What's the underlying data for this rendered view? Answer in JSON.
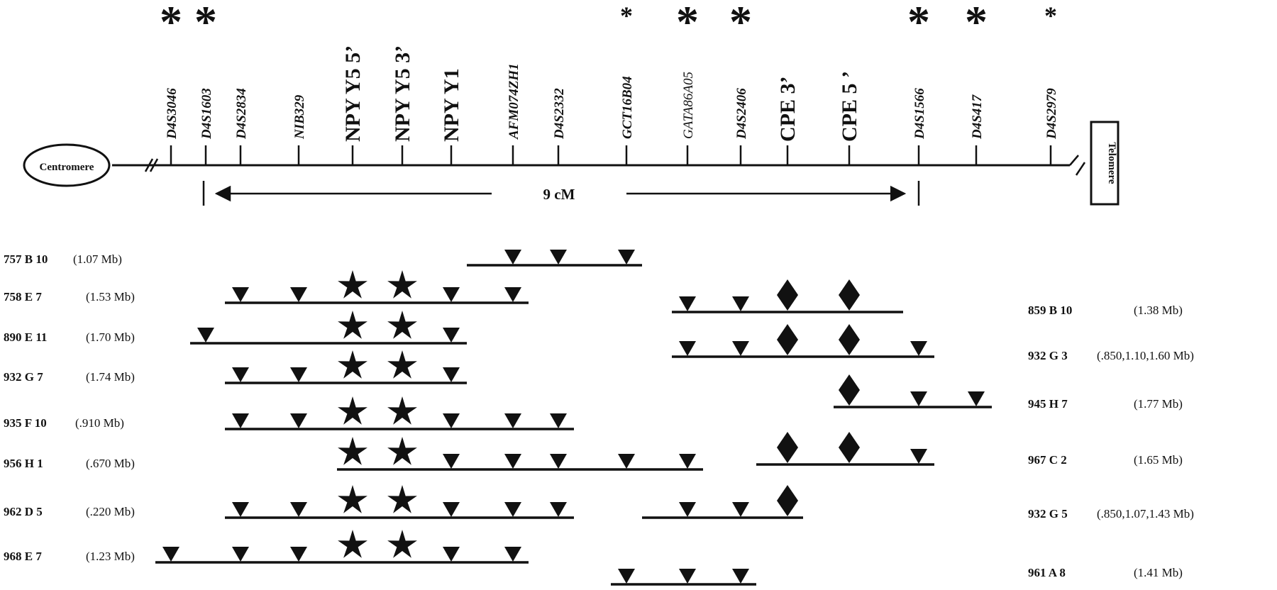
{
  "diagram": {
    "centromere_label": "Centromere",
    "telomere_label": "Telomere",
    "interval_label": "9 cM",
    "asterisk": "*",
    "markers": [
      {
        "id": "D4S3046",
        "label": "D4S3046",
        "style": "italic-bold",
        "star": "large"
      },
      {
        "id": "D4S1603",
        "label": "D4S1603",
        "style": "italic-bold",
        "star": "large"
      },
      {
        "id": "D4S2834",
        "label": "D4S2834",
        "style": "italic-bold",
        "star": ""
      },
      {
        "id": "NIB329",
        "label": "NIB329",
        "style": "italic-bold",
        "star": ""
      },
      {
        "id": "NPY Y5 5'",
        "label": "NPY Y5 5’",
        "style": "big",
        "star": ""
      },
      {
        "id": "NPY Y5 3'",
        "label": "NPY Y5 3’",
        "style": "big",
        "star": ""
      },
      {
        "id": "NPY Y1",
        "label": "NPY Y1",
        "style": "big",
        "star": ""
      },
      {
        "id": "AFM074ZH1",
        "label": "AFM074ZH1",
        "style": "italic-bold",
        "star": ""
      },
      {
        "id": "D4S2332",
        "label": "D4S2332",
        "style": "italic-bold",
        "star": ""
      },
      {
        "id": "GCT16B04",
        "label": "GCT16B04",
        "style": "italic-bold",
        "star": "small"
      },
      {
        "id": "GATA86A05",
        "label": "GATA86A05",
        "style": "italic",
        "star": "large"
      },
      {
        "id": "D4S2406",
        "label": "D4S2406",
        "style": "italic-bold",
        "star": "large"
      },
      {
        "id": "CPE 3'",
        "label": "CPE 3’",
        "style": "big",
        "star": ""
      },
      {
        "id": "CPE 5'",
        "label": "CPE 5 ’",
        "style": "big",
        "star": ""
      },
      {
        "id": "D4S1566",
        "label": "D4S1566",
        "style": "italic-bold",
        "star": "large"
      },
      {
        "id": "D4S417",
        "label": "D4S417",
        "style": "italic-bold",
        "star": "large"
      },
      {
        "id": "D4S2979",
        "label": "D4S2979",
        "style": "italic-bold",
        "star": "small"
      }
    ],
    "clones_left": [
      {
        "name": "757 B 10",
        "size": "(1.07 Mb)",
        "start": "NPY Y1+",
        "end": "GCT16B04+",
        "symbols": [
          [
            "AFM074ZH1",
            "tri"
          ],
          [
            "D4S2332",
            "tri"
          ],
          [
            "GCT16B04",
            "tri"
          ]
        ]
      },
      {
        "name": "758 E 7",
        "size": "(1.53 Mb)",
        "start": "D4S2834-",
        "end": "AFM074ZH1+",
        "symbols": [
          [
            "D4S2834",
            "tri"
          ],
          [
            "NIB329",
            "tri"
          ],
          [
            "NPY Y5 5'",
            "star"
          ],
          [
            "NPY Y5 3'",
            "star"
          ],
          [
            "NPY Y1",
            "tri"
          ],
          [
            "AFM074ZH1",
            "tri"
          ]
        ]
      },
      {
        "name": "890 E 11",
        "size": "(1.70 Mb)",
        "start": "D4S1603-",
        "end": "NPY Y1+",
        "symbols": [
          [
            "D4S1603",
            "tri"
          ],
          [
            "NPY Y5 5'",
            "star"
          ],
          [
            "NPY Y5 3'",
            "star"
          ],
          [
            "NPY Y1",
            "tri"
          ]
        ]
      },
      {
        "name": "932 G 7",
        "size": "(1.74 Mb)",
        "start": "D4S2834-",
        "end": "NPY Y1+",
        "symbols": [
          [
            "D4S2834",
            "tri"
          ],
          [
            "NIB329",
            "tri"
          ],
          [
            "NPY Y5 5'",
            "star"
          ],
          [
            "NPY Y5 3'",
            "star"
          ],
          [
            "NPY Y1",
            "tri"
          ]
        ]
      },
      {
        "name": "935 F 10",
        "size": "(.910 Mb)",
        "start": "D4S2834-",
        "end": "D4S2332+",
        "symbols": [
          [
            "D4S2834",
            "tri"
          ],
          [
            "NIB329",
            "tri"
          ],
          [
            "NPY Y5 5'",
            "star"
          ],
          [
            "NPY Y5 3'",
            "star"
          ],
          [
            "NPY Y1",
            "tri"
          ],
          [
            "AFM074ZH1",
            "tri"
          ],
          [
            "D4S2332",
            "tri"
          ]
        ]
      },
      {
        "name": "956 H 1",
        "size": "(.670 Mb)",
        "start": "NPY Y5 5'-",
        "end": "GATA86A05+",
        "symbols": [
          [
            "NPY Y5 5'",
            "star"
          ],
          [
            "NPY Y5 3'",
            "star"
          ],
          [
            "NPY Y1",
            "tri"
          ],
          [
            "AFM074ZH1",
            "tri"
          ],
          [
            "D4S2332",
            "tri"
          ],
          [
            "GCT16B04",
            "tri"
          ],
          [
            "GATA86A05",
            "tri"
          ]
        ]
      },
      {
        "name": "962 D 5",
        "size": "(.220 Mb)",
        "start": "D4S2834-",
        "end": "D4S2332+",
        "symbols": [
          [
            "D4S2834",
            "tri"
          ],
          [
            "NIB329",
            "tri"
          ],
          [
            "NPY Y5 5'",
            "star"
          ],
          [
            "NPY Y5 3'",
            "star"
          ],
          [
            "NPY Y1",
            "tri"
          ],
          [
            "AFM074ZH1",
            "tri"
          ],
          [
            "D4S2332",
            "tri"
          ]
        ]
      },
      {
        "name": "968 E 7",
        "size": "(1.23 Mb)",
        "start": "D4S3046-",
        "end": "AFM074ZH1+",
        "symbols": [
          [
            "D4S3046",
            "tri"
          ],
          [
            "D4S2834",
            "tri"
          ],
          [
            "NIB329",
            "tri"
          ],
          [
            "NPY Y5 5'",
            "star"
          ],
          [
            "NPY Y5 3'",
            "star"
          ],
          [
            "NPY Y1",
            "tri"
          ],
          [
            "AFM074ZH1",
            "tri"
          ]
        ]
      }
    ],
    "clones_right": [
      {
        "name": "859 B 10",
        "size": "(1.38 Mb)",
        "start": "GATA86A05-",
        "end": "D4S1566-",
        "symbols": [
          [
            "GATA86A05",
            "tri"
          ],
          [
            "D4S2406",
            "tri"
          ],
          [
            "CPE 3'",
            "dia"
          ],
          [
            "CPE 5'",
            "dia"
          ]
        ]
      },
      {
        "name": "932 G 3",
        "size": "(.850,1.10,1.60 Mb)",
        "start": "GATA86A05-",
        "end": "D4S1566+",
        "symbols": [
          [
            "GATA86A05",
            "tri"
          ],
          [
            "D4S2406",
            "tri"
          ],
          [
            "CPE 3'",
            "dia"
          ],
          [
            "CPE 5'",
            "dia"
          ],
          [
            "D4S1566",
            "tri"
          ]
        ]
      },
      {
        "name": "945 H 7",
        "size": "(1.77 Mb)",
        "start": "CPE 5'-",
        "end": "D4S417+",
        "symbols": [
          [
            "CPE 5'",
            "dia"
          ],
          [
            "D4S1566",
            "tri"
          ],
          [
            "D4S417",
            "tri"
          ]
        ]
      },
      {
        "name": "967 C 2",
        "size": "(1.65 Mb)",
        "start": "D4S2406+",
        "end": "D4S1566+",
        "symbols": [
          [
            "CPE 3'",
            "dia"
          ],
          [
            "CPE 5'",
            "dia"
          ],
          [
            "D4S1566",
            "tri"
          ]
        ]
      },
      {
        "name": "932 G 5",
        "size": "(.850,1.07,1.43 Mb)",
        "start": "GCT16B04+",
        "end": "CPE 3'+",
        "symbols": [
          [
            "GATA86A05",
            "tri"
          ],
          [
            "D4S2406",
            "tri"
          ],
          [
            "CPE 3'",
            "dia"
          ]
        ]
      },
      {
        "name": "961 A 8",
        "size": "(1.41 Mb)",
        "start": "GCT16B04-",
        "end": "D4S2406+",
        "symbols": [
          [
            "GCT16B04",
            "tri"
          ],
          [
            "GATA86A05",
            "tri"
          ],
          [
            "D4S2406",
            "tri"
          ]
        ]
      }
    ]
  }
}
